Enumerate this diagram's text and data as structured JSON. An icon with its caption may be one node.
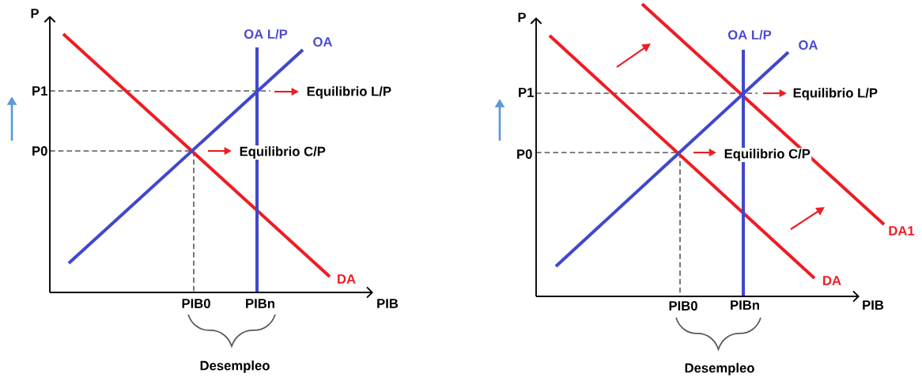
{
  "diagram": {
    "labels": [
      "P",
      "OA L/P",
      "OA",
      "P1",
      "Equilibrio L/P",
      "P0",
      "Equilibrio C/P",
      "DA",
      "PIB0",
      "PIBn",
      "PIB",
      "Desempleo",
      "P",
      "OA L/P",
      "OA",
      "P1",
      "Equilibrio L/P",
      "P0",
      "Equilibrio C/P",
      "DA1",
      "DA",
      "PIB0",
      "PIBn",
      "PIB",
      "Desempleo"
    ]
  }
}
